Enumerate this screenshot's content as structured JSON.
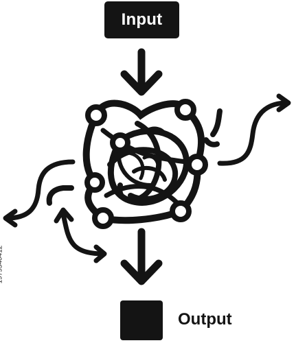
{
  "input": {
    "label": "Input"
  },
  "output": {
    "label": "Output"
  },
  "side_id": "1979540412",
  "colors": {
    "ink": "#141414",
    "background": "#ffffff"
  },
  "icons": [
    "arrow-down-icon",
    "tangled-network-icon",
    "curved-arrow-icon"
  ]
}
